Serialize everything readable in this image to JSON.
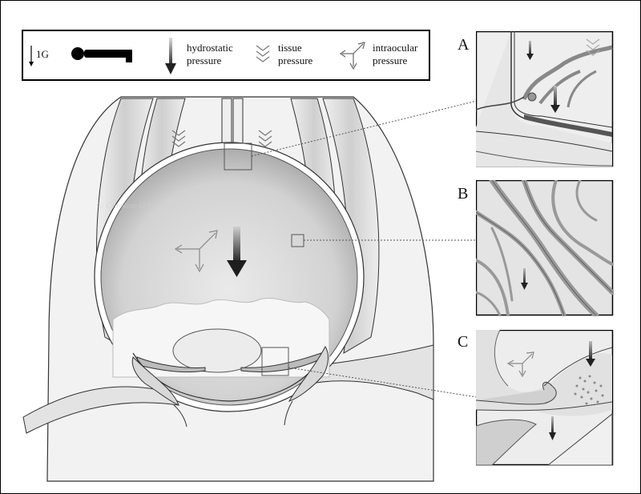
{
  "legend": {
    "gravity_label": "1G",
    "hydrostatic_label_line1": "hydrostatic",
    "hydrostatic_label_line2": "pressure",
    "tissue_label_line1": "tissue",
    "tissue_label_line2": "pressure",
    "intraocular_label_line1": "intraocular",
    "intraocular_label_line2": "pressure",
    "icons": [
      "down-arrow-icon",
      "supine-figure-icon",
      "hydrostatic-arrow-icon",
      "tissue-chevron-icon",
      "intraocular-arrows-icon"
    ]
  },
  "panels": [
    {
      "letter": "A"
    },
    {
      "letter": "B"
    },
    {
      "letter": "C"
    }
  ],
  "watermark": "© Caroline O'Driscoll",
  "colors": {
    "line": "#333333",
    "shade": "#d9d9d9",
    "dark_arrow": "#2b2b2b"
  }
}
